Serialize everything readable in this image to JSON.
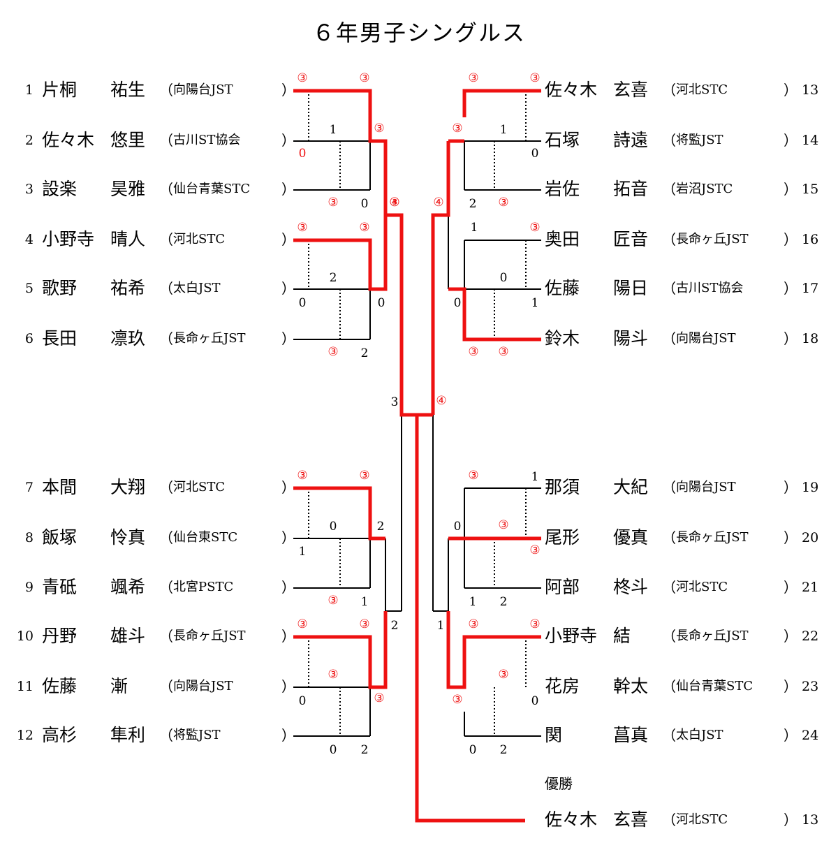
{
  "title": "６年男子シングルス",
  "left_players": [
    {
      "no": "1",
      "last": "片桐",
      "first": "祐生",
      "team": "向陽台JST"
    },
    {
      "no": "2",
      "last": "佐々木",
      "first": "悠里",
      "team": "古川ST協会"
    },
    {
      "no": "3",
      "last": "設楽",
      "first": "昊雅",
      "team": "仙台青葉STC"
    },
    {
      "no": "4",
      "last": "小野寺",
      "first": "晴人",
      "team": "河北STC"
    },
    {
      "no": "5",
      "last": "歌野",
      "first": "祐希",
      "team": "太白JST"
    },
    {
      "no": "6",
      "last": "長田",
      "first": "凛玖",
      "team": "長命ヶ丘JST"
    },
    {
      "no": "7",
      "last": "本間",
      "first": "大翔",
      "team": "河北STC"
    },
    {
      "no": "8",
      "last": "飯塚",
      "first": "怜真",
      "team": "仙台東STC"
    },
    {
      "no": "9",
      "last": "青砥",
      "first": "颯希",
      "team": "北宮PSTC"
    },
    {
      "no": "10",
      "last": "丹野",
      "first": "雄斗",
      "team": "長命ヶ丘JST"
    },
    {
      "no": "11",
      "last": "佐藤",
      "first": "漸",
      "team": "向陽台JST"
    },
    {
      "no": "12",
      "last": "高杉",
      "first": "隼利",
      "team": "将監JST"
    }
  ],
  "right_players": [
    {
      "no": "13",
      "last": "佐々木",
      "first": "玄喜",
      "team": "河北STC"
    },
    {
      "no": "14",
      "last": "石塚",
      "first": "詩遠",
      "team": "将監JST"
    },
    {
      "no": "15",
      "last": "岩佐",
      "first": "拓音",
      "team": "岩沼JSTC"
    },
    {
      "no": "16",
      "last": "奥田",
      "first": "匠音",
      "team": "長命ヶ丘JST"
    },
    {
      "no": "17",
      "last": "佐藤",
      "first": "陽日",
      "team": "古川ST協会"
    },
    {
      "no": "18",
      "last": "鈴木",
      "first": "陽斗",
      "team": "向陽台JST"
    },
    {
      "no": "19",
      "last": "那須",
      "first": "大紀",
      "team": "向陽台JST"
    },
    {
      "no": "20",
      "last": "尾形",
      "first": "優真",
      "team": "長命ヶ丘JST"
    },
    {
      "no": "21",
      "last": "阿部",
      "first": "柊斗",
      "team": "河北STC"
    },
    {
      "no": "22",
      "last": "小野寺",
      "first": "結",
      "team": "長命ヶ丘JST"
    },
    {
      "no": "23",
      "last": "花房",
      "first": "幹太",
      "team": "仙台青葉STC"
    },
    {
      "no": "24",
      "last": "関",
      "first": "菖真",
      "team": "太白JST"
    }
  ],
  "paren_open": "（",
  "paren_close": "）",
  "champion_label": "優勝",
  "champion": {
    "no": "13",
    "last": "佐々木",
    "first": "玄喜",
    "team": "河北STC"
  },
  "colors": {
    "winner_line": "#ee1111",
    "line": "#000000",
    "score_win": "#ee1111",
    "score": "#000000"
  },
  "scores": {
    "l1_1_3": "③",
    "l1_1_2a": "③",
    "l1_2_3": "1",
    "l1_2_3b": "0",
    "l1_2_3w": "③",
    "l1_3_a": "③",
    "l1_3_b": "0",
    "l1_2_out": "③",
    "l1_4_a": "③",
    "l1_4_b": "③",
    "l1_5_a": "2",
    "l1_5_b": "0",
    "l1_5_c": "0",
    "l1_6_a": "③",
    "l1_6_b": "2",
    "l_sf1": "④",
    "l_final": "3",
    "l2_7_a": "③",
    "l2_7_b": "③",
    "l2_8_a": "0",
    "l2_8_b": "1",
    "l2_8_c": "2",
    "l2_9_a": "③",
    "l2_9_b": "1",
    "l2_10_a": "③",
    "l2_10_b": "③",
    "l2_11_a": "③",
    "l2_11_b": "0",
    "l2_11_c": "③",
    "l2_12_a": "0",
    "l2_12_b": "2",
    "l_sf2": "2",
    "r1_13_a": "③",
    "r1_13_b": "③",
    "r1_14_a": "③",
    "r1_14_b": "1",
    "r1_14_c": "0",
    "r1_15_a": "2",
    "r1_15_b": "③",
    "r_sf1": "④",
    "r1_16_a": "1",
    "r1_16_b": "③",
    "r1_17_a": "0",
    "r1_17_b": "0",
    "r1_17_c": "1",
    "r1_18_a": "③",
    "r1_18_b": "③",
    "r_final": "④",
    "r2_19_a": "③",
    "r2_19_b": "1",
    "r2_20_a": "0",
    "r2_20_b": "③",
    "r2_20_c": "③",
    "r2_21_a": "1",
    "r2_21_b": "2",
    "r2_22_a": "③",
    "r2_22_b": "③",
    "r2_23_a": "③",
    "r2_23_b": "③",
    "r2_23_c": "0",
    "r2_24_a": "0",
    "r2_24_b": "2",
    "r_sf2": "1"
  }
}
